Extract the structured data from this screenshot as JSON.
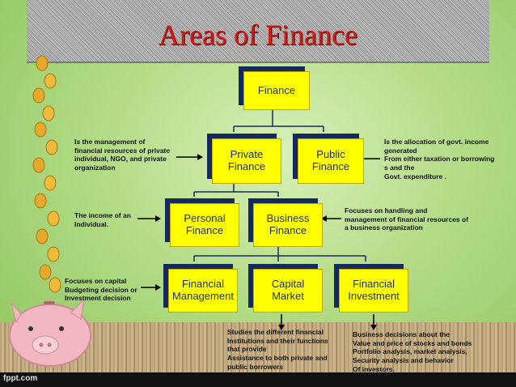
{
  "title": "Areas of Finance",
  "brand": "fppt.com",
  "nodes": {
    "finance": "Finance",
    "private_finance": [
      "Private",
      "Finance"
    ],
    "public_finance": [
      "Public",
      "Finance"
    ],
    "personal_finance": [
      "Personal",
      "Finance"
    ],
    "business_finance": [
      "Business",
      "Finance"
    ],
    "financial_management": [
      "Financial",
      "Management"
    ],
    "capital_market": [
      "Capital",
      "Market"
    ],
    "financial_investment": [
      "Financial",
      "Investment"
    ]
  },
  "notes": {
    "private": [
      "Is the management of",
      "financial resources of private",
      "individual, NGO, and private",
      "organization"
    ],
    "public": [
      "Is the allocation of govt. income",
      "generated",
      "From either taxation or borrowing",
      "s and the",
      "Govt. expenditure ."
    ],
    "personal": [
      "The income of an",
      "Individual."
    ],
    "business": [
      "Focuses on handling and",
      "management of financial resources of",
      "a business organization"
    ],
    "management": [
      "Focuses on capital",
      "Budgeting decision or",
      "Investment decision"
    ],
    "capital": [
      "Studies the different financial",
      "Institutions and their functions",
      "that provide",
      "Assistance  to both private and",
      "public borrowers"
    ],
    "investment": [
      "Business decisions about the",
      "Value and price of stocks and bonds",
      "Portfolio analysis, market analysis,",
      "Security analysis and behavior",
      "Of investors."
    ]
  },
  "colors": {
    "node_fill": "#ffff00",
    "node_shadow": "#152a5c",
    "node_text": "#1a2b5e",
    "title": "#d11a1a",
    "connector": "#1a2b5e"
  }
}
